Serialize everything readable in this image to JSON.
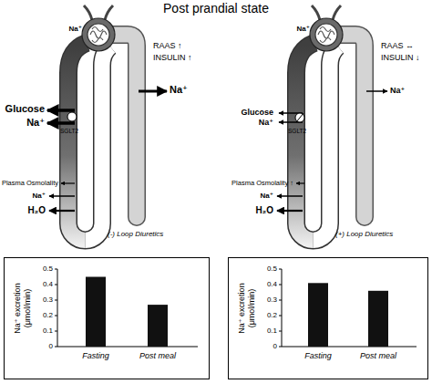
{
  "diagram": {
    "title": "Post prandial state",
    "nodes": [
      {
        "text": [
          "Na⁺ excretion (μmol/min)",
          "0.5",
          "0.4",
          "0.3",
          "0.2",
          "0.1",
          "0",
          "Fasting",
          "Post meal"
        ]
      },
      {
        "text": [
          "Na⁺ excretion (μmol/min)",
          "0.5",
          "0.4",
          "0.3",
          "0.2",
          "0.1",
          "0",
          "Fasting",
          "Post meal"
        ]
      }
    ],
    "labels": [
      "Na⁺",
      "RAAS ↑",
      "INSULIN ↑",
      "Glucose",
      "Na⁺",
      "SGLT2",
      "Na⁺",
      "Plasma Osmolality",
      "Na⁺",
      "H₂O",
      "(-) Loop Diuretics",
      "Na⁺",
      "RAAS ↔",
      "INSULIN ↓",
      "Glucose",
      "Na⁺",
      "SGLT2",
      "Na⁺",
      "Plasma Osmolality ↑",
      "Na⁺",
      "H₂O",
      "(+) Loop Diuretics"
    ]
  }
}
